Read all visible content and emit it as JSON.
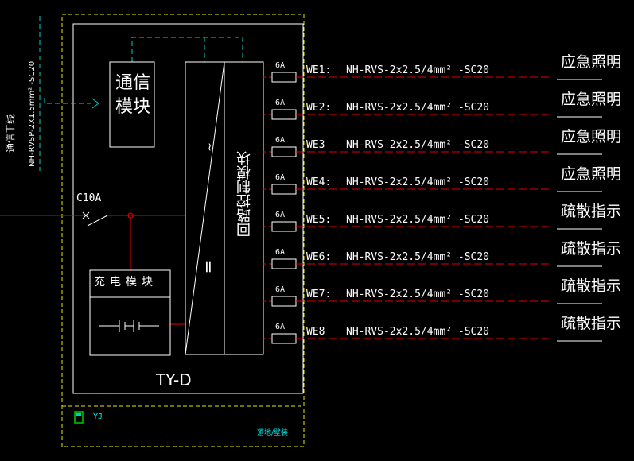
{
  "panel": {
    "name": "TY-D",
    "main_breaker": "C10A",
    "comm_module": "通信模块",
    "charge_module": "充电模块",
    "battery_symbol": "⊣⊢⊣⊢",
    "circuit_control_module": "回路控制模块",
    "inverter_symbol": "~",
    "rectifier_symbol": "="
  },
  "comm_cable": {
    "label": "通信干线",
    "spec": "NH-RVSP-2X1.5mm² -SC20"
  },
  "circuits": [
    {
      "id": "WE1:",
      "fuse": "6A",
      "cable": "NH-RVS-2x2.5/4mm² -SC20",
      "load": "应急照明"
    },
    {
      "id": "WE2:",
      "fuse": "6A",
      "cable": "NH-RVS-2x2.5/4mm² -SC20",
      "load": "应急照明"
    },
    {
      "id": "WE3",
      "fuse": "6A",
      "cable": "NH-RVS-2x2.5/4mm² -SC20",
      "load": "应急照明"
    },
    {
      "id": "WE4:",
      "fuse": "6A",
      "cable": "NH-RVS-2x2.5/4mm² -SC20",
      "load": "应急照明"
    },
    {
      "id": "WE5:",
      "fuse": "6A",
      "cable": "NH-RVS-2x2.5/4mm² -SC20",
      "load": "疏散指示"
    },
    {
      "id": "WE6:",
      "fuse": "6A",
      "cable": "NH-RVS-2x2.5/4mm² -SC20",
      "load": "疏散指示"
    },
    {
      "id": "WE7:",
      "fuse": "6A",
      "cable": "NH-RVS-2x2.5/4mm² -SC20",
      "load": "疏散指示"
    },
    {
      "id": "WE8",
      "fuse": "6A",
      "cable": "NH-RVS-2x2.5/4mm² -SC20",
      "load": "疏散指示"
    }
  ],
  "footer": {
    "tag": "YJ",
    "mount": "落地/壁装"
  },
  "colors": {
    "background": "#000000",
    "lines": "#ffffff",
    "outer_frame": "#e6e600",
    "feeder": "#e60000",
    "comm_link": "#00cccc",
    "label_cyan": "#00e5e5"
  }
}
